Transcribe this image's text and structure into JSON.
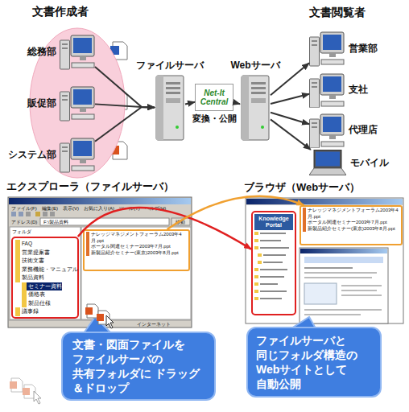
{
  "diagram": {
    "nodes": [
      {
        "text": [
          "文書作成者"
        ]
      },
      {
        "text": [
          "総務部"
        ],
        "in": 0
      },
      {
        "text": [
          "販促部"
        ],
        "in": 0
      },
      {
        "text": [
          "システム部"
        ],
        "in": 0
      },
      {
        "text": [
          "ファイルサーバ"
        ]
      },
      {
        "text": [
          "Net-It Central",
          "変換・公開"
        ]
      },
      {
        "text": [
          "Webサーバ"
        ]
      },
      {
        "text": [
          "営業部"
        ]
      },
      {
        "text": [
          "支社"
        ]
      },
      {
        "text": [
          "代理店"
        ]
      },
      {
        "text": [
          "モバイル"
        ]
      },
      {
        "text": [
          "エクスプローラ（ファイルサーバ）"
        ]
      },
      {
        "text": [
          "FAQ",
          "営業提案書",
          "技術文書",
          "業務機能・マニュアル",
          "製品資料",
          "セミナー資料",
          "価格表",
          "製品仕様",
          "議事録"
        ],
        "in": 11
      },
      {
        "text": [
          "ナレッジマネジメントフォーラム2003年4月.ppt",
          "ポータル関連セミナー2003年7月.ppt",
          "新製品紹介セミナー(東京)2003年8月.ppt"
        ],
        "in": 11
      },
      {
        "text": [
          "ブラウザ（Webサーバ）"
        ]
      },
      {
        "text": [
          "Knowledge Portal"
        ],
        "in": 14
      },
      {
        "text": [
          "ナレッジマネジメントフォーラム2003年4月.ppt",
          "ポータル関連セミナー2003年7月.ppt",
          "新製品紹介セミナー(東京)2003年8月.ppt"
        ],
        "in": 14
      },
      {
        "text": [
          "文書・図面ファイルを ファイルサーバの 共有フォルダに ドラッグ＆ドロップ"
        ]
      },
      {
        "text": [
          "ファイルサーバと 同じフォルダ構造の Webサイトとして 自動公開"
        ]
      }
    ],
    "edges": [
      {
        "from": 1,
        "to": 4,
        "arrow": "to"
      },
      {
        "from": 2,
        "to": 4,
        "arrow": "to"
      },
      {
        "from": 3,
        "to": 4,
        "arrow": "to"
      },
      {
        "from": 4,
        "to": 5,
        "arrow": "to"
      },
      {
        "from": 5,
        "to": 6,
        "arrow": "to"
      },
      {
        "from": 6,
        "to": 7,
        "arrow": "to"
      },
      {
        "from": 6,
        "to": 8,
        "arrow": "to"
      },
      {
        "from": 6,
        "to": 9,
        "arrow": "to"
      },
      {
        "from": 6,
        "to": 10,
        "arrow": "to"
      },
      {
        "from": 12,
        "to": 15,
        "arrow": "to"
      },
      {
        "from": 13,
        "to": 16,
        "arrow": "to"
      }
    ],
    "labels": [
      "文書閲覧者",
      "ファイル(F)",
      "編集(E)",
      "表示(V)",
      "お気に入り(A)",
      "ツール(T)",
      "ヘルプ(H)",
      "アドレス(D)",
      "F:\\製品資料",
      "移動",
      "フォルダ",
      "インターネット"
    ]
  }
}
